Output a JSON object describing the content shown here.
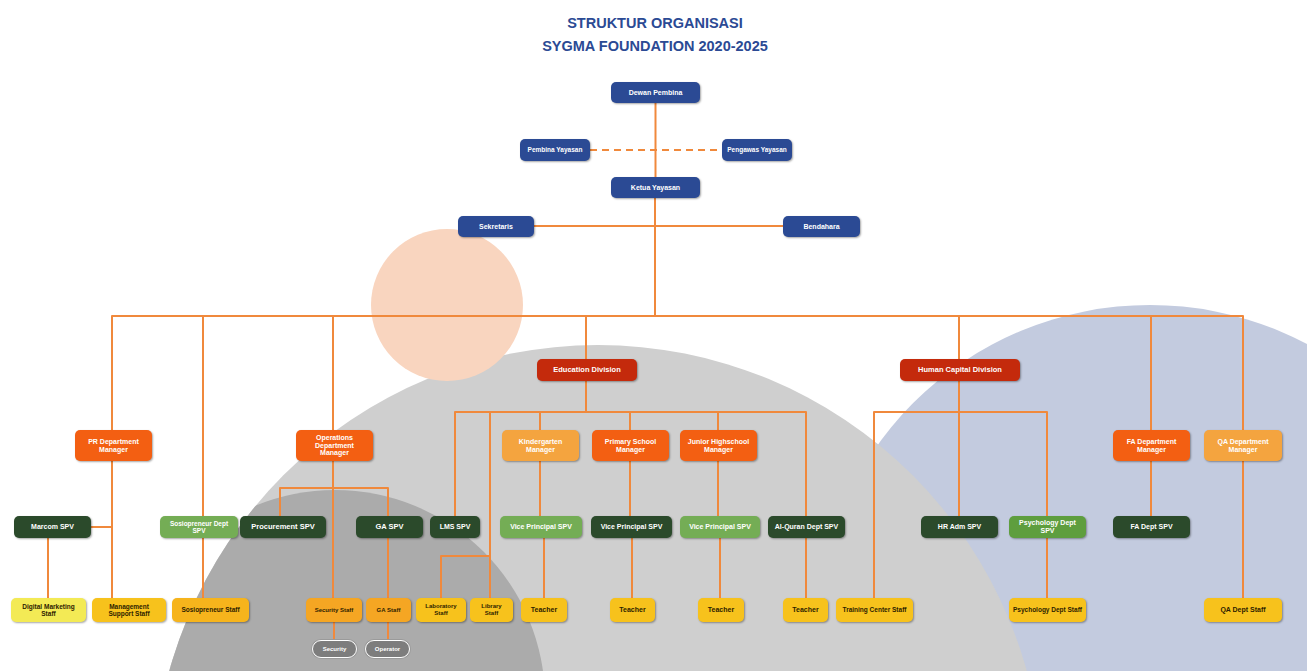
{
  "diagram": {
    "title": "STRUKTUR ORGANISASI SYGMA FOUNDATION 2020-2025",
    "nodes": [
      {
        "text": [
          "Dewan Pembina"
        ]
      },
      {
        "text": [
          "Pembina Yayasan"
        ]
      },
      {
        "text": [
          "Pengawas Yayasan"
        ]
      },
      {
        "text": [
          "Ketua Yayasan"
        ]
      },
      {
        "text": [
          "Sekretaris"
        ]
      },
      {
        "text": [
          "Bendahara"
        ]
      },
      {
        "text": [
          "Education Division"
        ]
      },
      {
        "text": [
          "Human Capital Division"
        ]
      },
      {
        "text": [
          "PR Department Manager"
        ]
      },
      {
        "text": [
          "Operations Department Manager"
        ]
      },
      {
        "text": [
          "Kindergarten Manager"
        ]
      },
      {
        "text": [
          "Primary School Manager"
        ]
      },
      {
        "text": [
          "Junior Highschool Manager"
        ]
      },
      {
        "text": [
          "FA Department Manager"
        ]
      },
      {
        "text": [
          "QA Department Manager"
        ]
      },
      {
        "text": [
          "Marcom SPV"
        ]
      },
      {
        "text": [
          "Sosiopreneur Dept SPV"
        ]
      },
      {
        "text": [
          "Procurement SPV"
        ]
      },
      {
        "text": [
          "GA SPV"
        ]
      },
      {
        "text": [
          "LMS SPV"
        ]
      },
      {
        "text": [
          "Vice Principal SPV"
        ]
      },
      {
        "text": [
          "Vice Principal SPV"
        ]
      },
      {
        "text": [
          "Vice Principal SPV"
        ]
      },
      {
        "text": [
          "Al-Quran Dept SPV"
        ]
      },
      {
        "text": [
          "HR Adm SPV"
        ]
      },
      {
        "text": [
          "Psychology Dept SPV"
        ]
      },
      {
        "text": [
          "FA Dept SPV"
        ]
      },
      {
        "text": [
          "Digital Marketing Staff"
        ]
      },
      {
        "text": [
          "Management Support Staff"
        ]
      },
      {
        "text": [
          "Sosiopreneur Staff"
        ]
      },
      {
        "text": [
          "Security Staff"
        ]
      },
      {
        "text": [
          "GA Staff"
        ]
      },
      {
        "text": [
          "Laboratory Staff"
        ]
      },
      {
        "text": [
          "Library Staff"
        ]
      },
      {
        "text": [
          "Teacher"
        ]
      },
      {
        "text": [
          "Teacher"
        ]
      },
      {
        "text": [
          "Teacher"
        ]
      },
      {
        "text": [
          "Teacher"
        ]
      },
      {
        "text": [
          "Training Center Staff"
        ]
      },
      {
        "text": [
          "Psychology Dept Staff"
        ]
      },
      {
        "text": [
          "QA Dept Staff"
        ]
      },
      {
        "text": [
          "Security"
        ]
      },
      {
        "text": [
          "Operator"
        ]
      }
    ],
    "edges": [
      {
        "from": 0,
        "to": 3,
        "arrow": "none"
      },
      {
        "from": 1,
        "to": 2,
        "arrow": "none"
      },
      {
        "from": 3,
        "to": 4,
        "arrow": "none"
      },
      {
        "from": 3,
        "to": 5,
        "arrow": "none"
      },
      {
        "from": 3,
        "to": 8,
        "arrow": "none"
      },
      {
        "from": 3,
        "to": 16,
        "arrow": "none"
      },
      {
        "from": 3,
        "to": 9,
        "arrow": "none"
      },
      {
        "from": 3,
        "to": 6,
        "arrow": "none"
      },
      {
        "from": 3,
        "to": 7,
        "arrow": "none"
      },
      {
        "from": 3,
        "to": 13,
        "arrow": "none"
      },
      {
        "from": 3,
        "to": 14,
        "arrow": "none"
      },
      {
        "from": 8,
        "to": 15,
        "arrow": "none"
      },
      {
        "from": 8,
        "to": 28,
        "arrow": "none"
      },
      {
        "from": 15,
        "to": 27,
        "arrow": "none"
      },
      {
        "from": 16,
        "to": 29,
        "arrow": "none"
      },
      {
        "from": 9,
        "to": 17,
        "arrow": "none"
      },
      {
        "from": 9,
        "to": 18,
        "arrow": "none"
      },
      {
        "from": 9,
        "to": 30,
        "arrow": "none"
      },
      {
        "from": 18,
        "to": 31,
        "arrow": "none"
      },
      {
        "from": 30,
        "to": 41,
        "arrow": "none"
      },
      {
        "from": 31,
        "to": 42,
        "arrow": "none"
      },
      {
        "from": 6,
        "to": 19,
        "arrow": "none"
      },
      {
        "from": 6,
        "to": 32,
        "arrow": "none"
      },
      {
        "from": 6,
        "to": 33,
        "arrow": "none"
      },
      {
        "from": 6,
        "to": 10,
        "arrow": "none"
      },
      {
        "from": 6,
        "to": 11,
        "arrow": "none"
      },
      {
        "from": 6,
        "to": 12,
        "arrow": "none"
      },
      {
        "from": 6,
        "to": 23,
        "arrow": "none"
      },
      {
        "from": 10,
        "to": 20,
        "arrow": "none"
      },
      {
        "from": 20,
        "to": 34,
        "arrow": "none"
      },
      {
        "from": 11,
        "to": 21,
        "arrow": "none"
      },
      {
        "from": 21,
        "to": 35,
        "arrow": "none"
      },
      {
        "from": 12,
        "to": 22,
        "arrow": "none"
      },
      {
        "from": 22,
        "to": 36,
        "arrow": "none"
      },
      {
        "from": 23,
        "to": 37,
        "arrow": "none"
      },
      {
        "from": 7,
        "to": 38,
        "arrow": "none"
      },
      {
        "from": 7,
        "to": 24,
        "arrow": "none"
      },
      {
        "from": 7,
        "to": 25,
        "arrow": "none"
      },
      {
        "from": 25,
        "to": 39,
        "arrow": "none"
      },
      {
        "from": 13,
        "to": 26,
        "arrow": "none"
      },
      {
        "from": 14,
        "to": 40,
        "arrow": "none"
      }
    ]
  }
}
